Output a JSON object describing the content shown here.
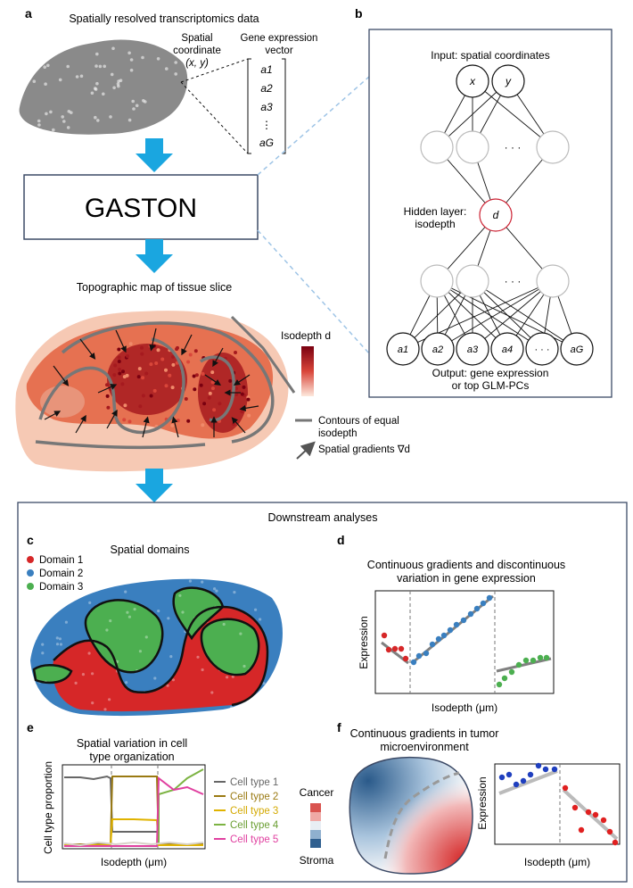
{
  "panel_letters": {
    "a": "a",
    "b": "b",
    "c": "c",
    "d": "d",
    "e": "e",
    "f": "f"
  },
  "panel_a": {
    "title": "Spatially resolved transcriptomics data",
    "spatial_label_1": "Spatial",
    "spatial_label_2": "coordinate",
    "spatial_label_3": "(x, y)",
    "gene_label_1": "Gene expression",
    "gene_label_2": "vector",
    "vector_entries": [
      "a1",
      "a2",
      "a3",
      "⋮",
      "aG"
    ],
    "gaston_label": "GASTON",
    "topo_title": "Topographic map of tissue slice",
    "colorbar_label": "Isodepth d",
    "legend_contours_1": "Contours of equal",
    "legend_contours_2": "isodepth",
    "legend_gradients": "Spatial gradients ∇d"
  },
  "panel_b": {
    "input_label": "Input: spatial coordinates",
    "input_nodes": [
      "x",
      "y"
    ],
    "hidden_label_1": "Hidden layer:",
    "hidden_label_2": "isodepth",
    "hidden_node": "d",
    "dots": "· · ·",
    "output_nodes": [
      "a1",
      "a2",
      "a3",
      "a4",
      "· · ·",
      "aG"
    ],
    "output_label_1": "Output: gene expression",
    "output_label_2": "or top GLM-PCs"
  },
  "downstream": {
    "title": "Downstream analyses",
    "panel_c": {
      "title": "Spatial domains",
      "legend": [
        {
          "label": "Domain 1",
          "color": "#d62728"
        },
        {
          "label": "Domain 2",
          "color": "#3a7fbf"
        },
        {
          "label": "Domain 3",
          "color": "#4caf50"
        }
      ]
    },
    "panel_d": {
      "title_1": "Continuous gradients and discontinuous",
      "title_2": "variation in gene expression",
      "ylabel": "Expression",
      "xlabel": "Isodepth (μm)"
    },
    "panel_e": {
      "title_1": "Spatial variation in cell",
      "title_2": "type organization",
      "ylabel": "Cell type proportion",
      "xlabel": "Isodepth (μm)",
      "legend": [
        {
          "label": "Cell type 1",
          "color": "#666666"
        },
        {
          "label": "Cell type 2",
          "color": "#9a7a12"
        },
        {
          "label": "Cell type 3",
          "color": "#e0b300"
        },
        {
          "label": "Cell type 4",
          "color": "#7cb342"
        },
        {
          "label": "Cell type 5",
          "color": "#e040a0"
        }
      ]
    },
    "panel_f": {
      "title_1": "Continuous gradients in tumor",
      "title_2": "microenvironment",
      "cancer_label": "Cancer",
      "stroma_label": "Stroma",
      "ylabel": "Expression",
      "xlabel": "Isodepth (μm)"
    }
  },
  "colors": {
    "arrow_blue": "#1aa6e0",
    "box_border": "#3c4a66",
    "dashed_blue": "#9ec4e6",
    "domain1": "#d62728",
    "domain2": "#3a7fbf",
    "domain3": "#4caf50",
    "fit_gray": "#808080"
  }
}
